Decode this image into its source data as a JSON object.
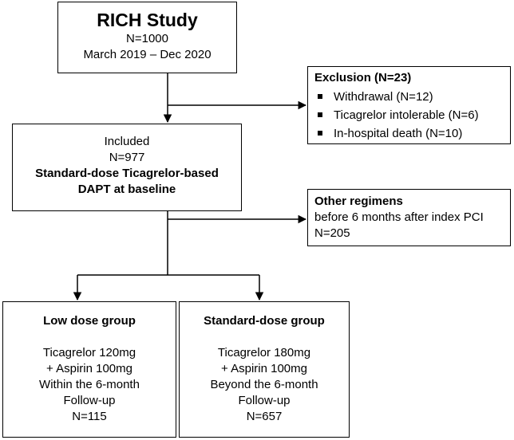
{
  "study": {
    "title": "RICH Study",
    "n": "N=1000",
    "period": "March 2019 – Dec 2020"
  },
  "exclusion": {
    "title": "Exclusion (N=23)",
    "items": [
      "Withdrawal (N=12)",
      "Ticagrelor intolerable (N=6)",
      "In-hospital death (N=10)"
    ]
  },
  "included": {
    "label": "Included",
    "n": "N=977",
    "regimen_line1": "Standard-dose Ticagrelor-based",
    "regimen_line2": "DAPT at baseline"
  },
  "other_regimens": {
    "title": "Other regimens",
    "detail": "before 6 months after index PCI",
    "n": "N=205"
  },
  "groups": {
    "low": {
      "title": "Low dose group",
      "lines": [
        "Ticagrelor 120mg",
        "+ Aspirin 100mg",
        "Within the 6-month",
        "Follow-up",
        "N=115"
      ]
    },
    "standard": {
      "title": "Standard-dose group",
      "lines": [
        "Ticagrelor 180mg",
        "+ Aspirin 100mg",
        "Beyond the 6-month",
        "Follow-up",
        "N=657"
      ]
    }
  }
}
